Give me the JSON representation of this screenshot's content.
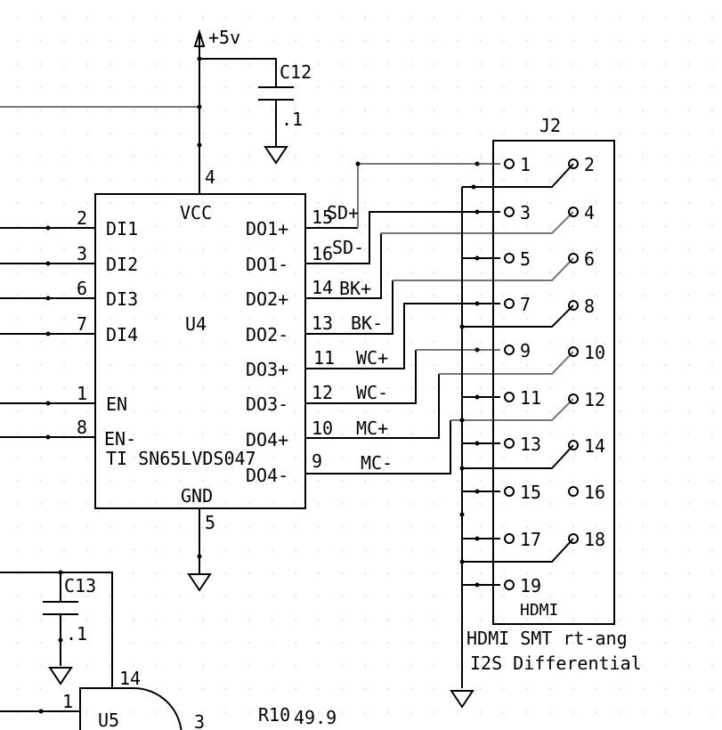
{
  "supply": {
    "label": "+5v"
  },
  "capacitors": [
    {
      "ref": "C12",
      "value": ".1"
    },
    {
      "ref": "C13",
      "value": ".1"
    }
  ],
  "u4": {
    "ref": "U4",
    "part": "TI SN65LVDS047",
    "vcc": {
      "name": "VCC",
      "pin": "4"
    },
    "gnd": {
      "name": "GND",
      "pin": "5"
    },
    "left_pins": [
      {
        "pin": "2",
        "name": "DI1"
      },
      {
        "pin": "3",
        "name": "DI2"
      },
      {
        "pin": "6",
        "name": "DI3"
      },
      {
        "pin": "7",
        "name": "DI4"
      },
      {
        "pin": "1",
        "name": "EN"
      },
      {
        "pin": "8",
        "name": "EN-"
      }
    ],
    "right_pins": [
      {
        "pin": "15",
        "name": "DO1+"
      },
      {
        "pin": "16",
        "name": "DO1-"
      },
      {
        "pin": "14",
        "name": "DO2+"
      },
      {
        "pin": "13",
        "name": "DO2-"
      },
      {
        "pin": "11",
        "name": "DO3+"
      },
      {
        "pin": "12",
        "name": "DO3-"
      },
      {
        "pin": "10",
        "name": "DO4+"
      },
      {
        "pin": "9",
        "name": "DO4-"
      }
    ]
  },
  "nets": [
    "SD+",
    "SD-",
    "BK+",
    "BK-",
    "WC+",
    "WC-",
    "MC+",
    "MC-"
  ],
  "j2": {
    "ref": "J2",
    "label": "HDMI",
    "desc1": "HDMI SMT rt-ang",
    "desc2": "I2S Differential",
    "pins": [
      "1",
      "2",
      "3",
      "4",
      "5",
      "6",
      "7",
      "8",
      "9",
      "10",
      "11",
      "12",
      "13",
      "14",
      "15",
      "16",
      "17",
      "18",
      "19"
    ]
  },
  "u5": {
    "ref": "U5",
    "pin_vcc": "14",
    "pin_in": "1",
    "pin_out": "3"
  },
  "r10": {
    "ref": "R10",
    "value": "49.9"
  }
}
